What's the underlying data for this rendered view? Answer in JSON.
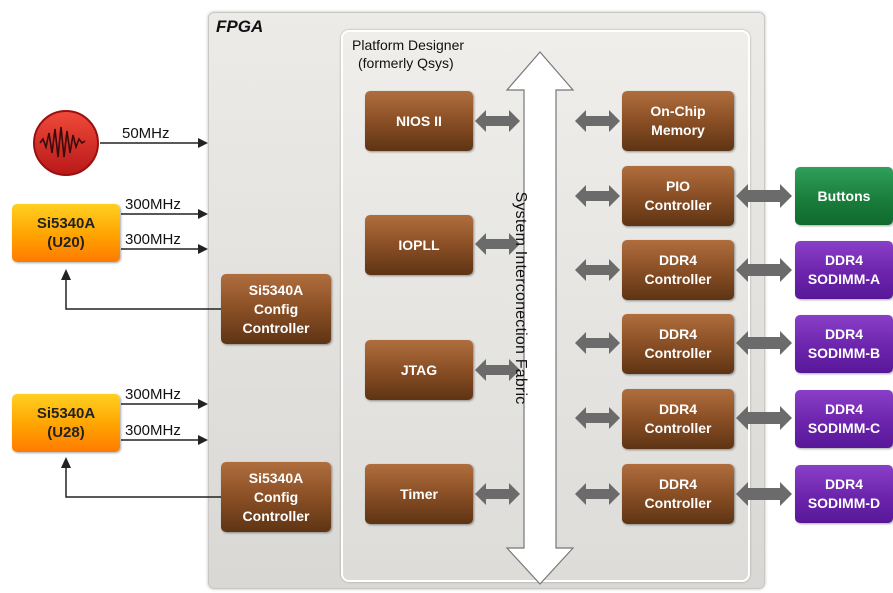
{
  "fpga": {
    "title": "FPGA"
  },
  "platform_designer": {
    "title_line1": "Platform Designer",
    "title_line2": "(formerly Qsys)"
  },
  "fabric": {
    "label": "System Interconection Fabric"
  },
  "oscillator": {
    "frequency": "50MHz"
  },
  "clock_chips": [
    {
      "name": "Si5340A",
      "ref": "(U20)",
      "freq1": "300MHz",
      "freq2": "300MHz"
    },
    {
      "name": "Si5340A",
      "ref": "(U28)",
      "freq1": "300MHz",
      "freq2": "300MHz"
    }
  ],
  "config_controllers": [
    {
      "line1": "Si5340A",
      "line2": "Config",
      "line3": "Controller"
    },
    {
      "line1": "Si5340A",
      "line2": "Config",
      "line3": "Controller"
    }
  ],
  "left_modules": [
    "NIOS II",
    "IOPLL",
    "JTAG",
    "Timer"
  ],
  "right_modules": [
    {
      "line1": "On-Chip",
      "line2": "Memory"
    },
    {
      "line1": "PIO",
      "line2": "Controller"
    },
    {
      "line1": "DDR4",
      "line2": "Controller"
    },
    {
      "line1": "DDR4",
      "line2": "Controller"
    },
    {
      "line1": "DDR4",
      "line2": "Controller"
    },
    {
      "line1": "DDR4",
      "line2": "Controller"
    }
  ],
  "external": {
    "buttons": "Buttons",
    "sodimms": [
      {
        "line1": "DDR4",
        "line2": "SODIMM-A"
      },
      {
        "line1": "DDR4",
        "line2": "SODIMM-B"
      },
      {
        "line1": "DDR4",
        "line2": "SODIMM-C"
      },
      {
        "line1": "DDR4",
        "line2": "SODIMM-D"
      }
    ]
  },
  "colors": {
    "brown": "#8a4f25",
    "orange": "#ffa200",
    "green": "#1a7e3c",
    "purple": "#6d24ad",
    "arrow_gray": "#6b6b6b",
    "oscillator_red": "#d42a2a"
  }
}
